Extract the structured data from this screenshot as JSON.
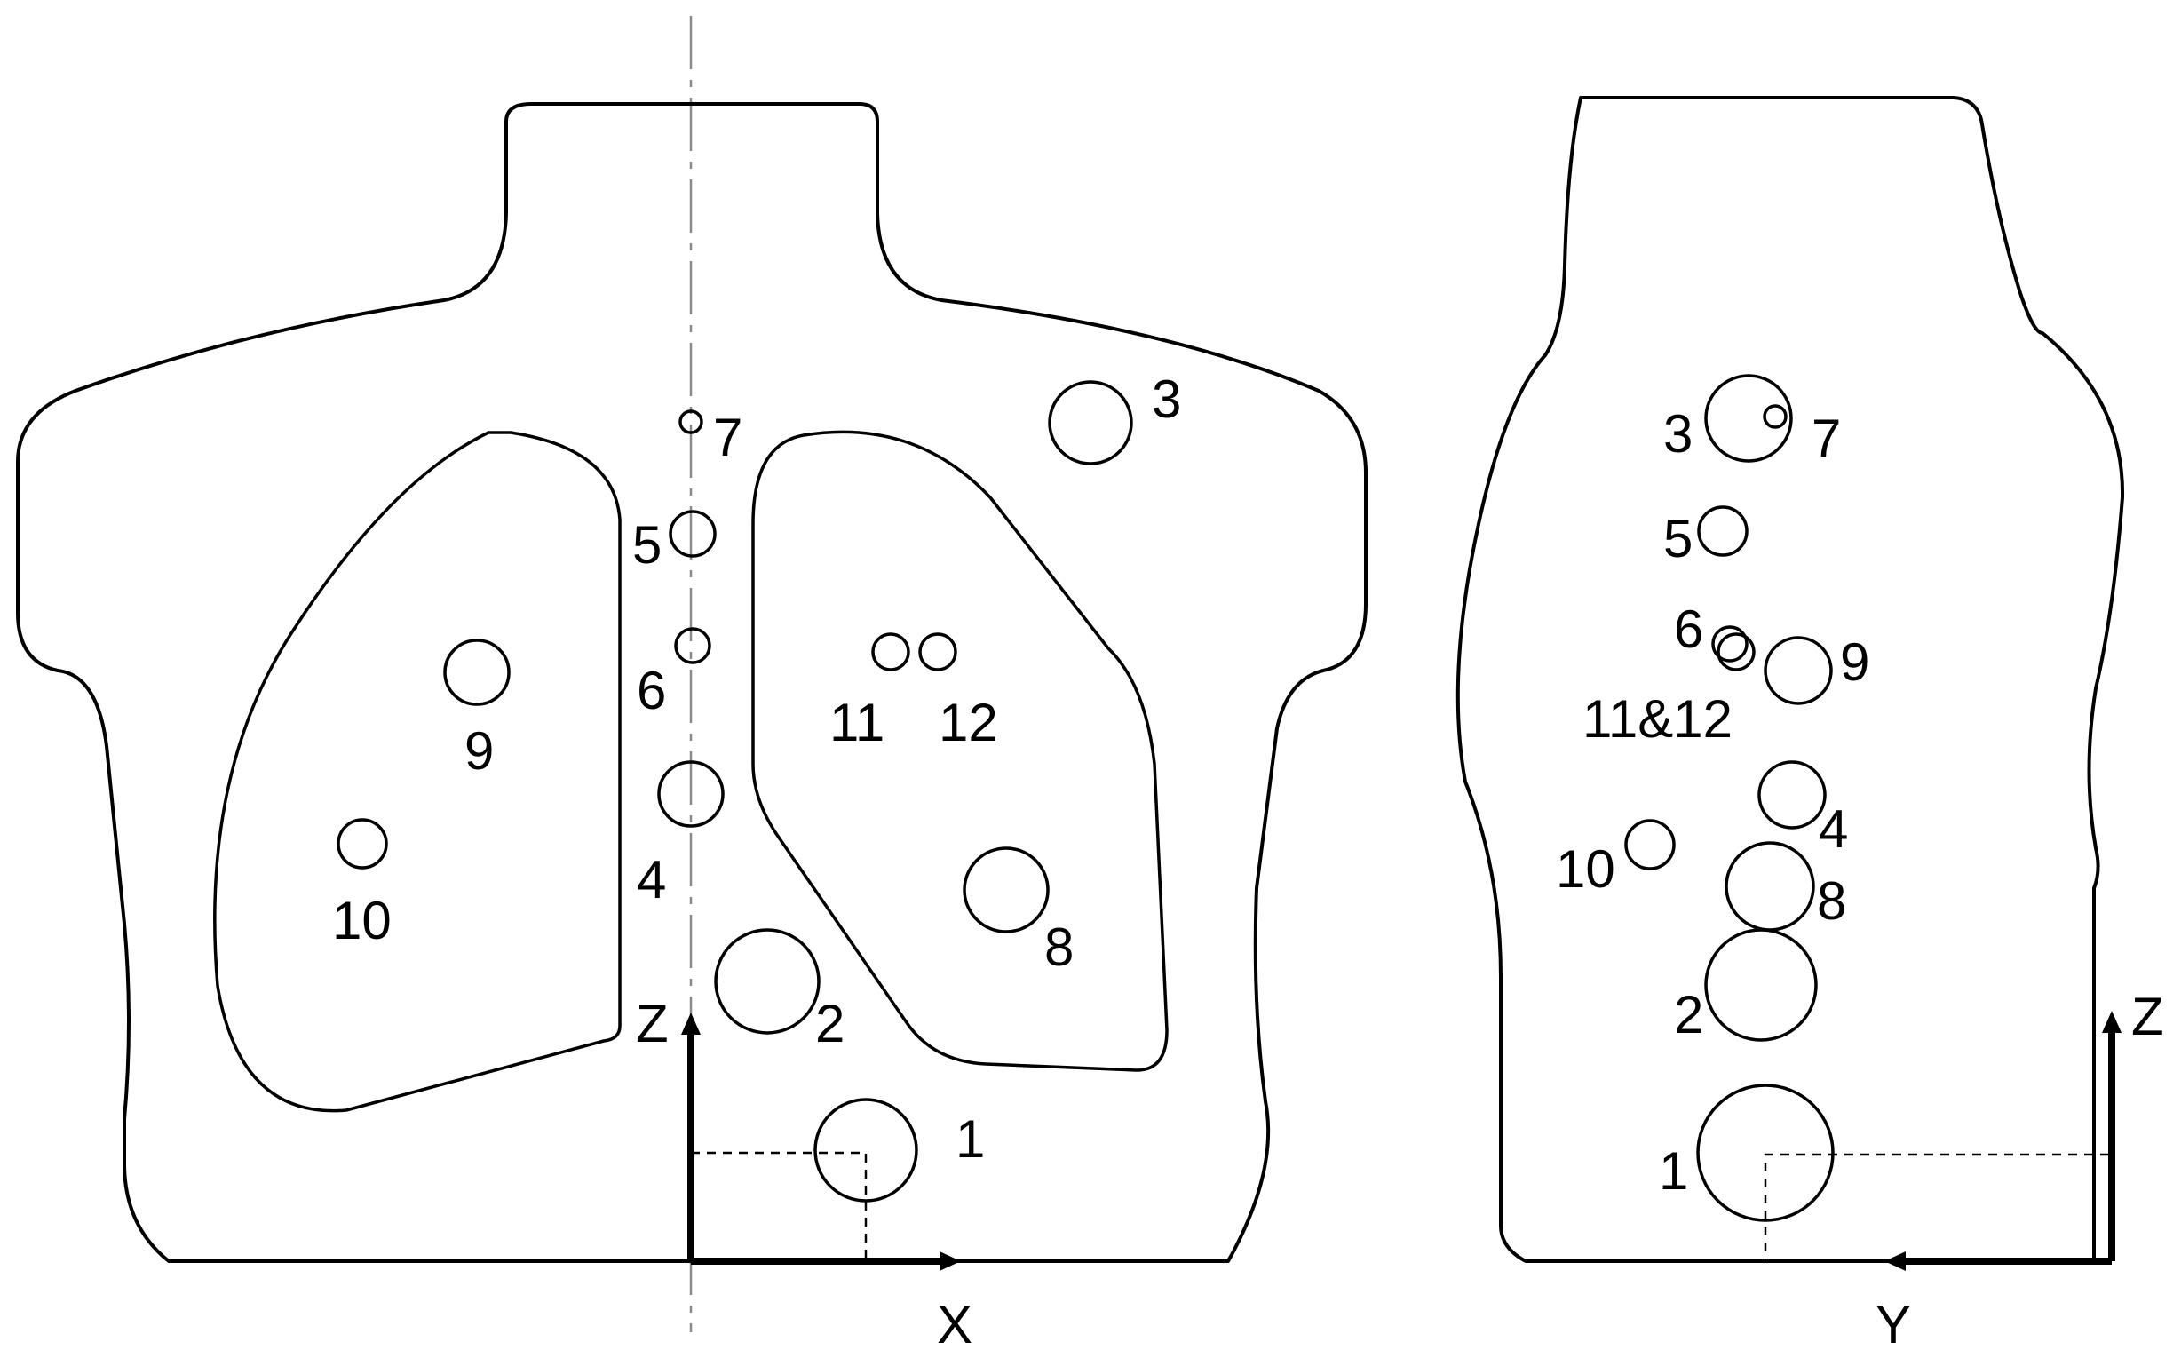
{
  "front_view": {
    "axes": {
      "horizontal": "X",
      "vertical": "Z"
    },
    "holes": [
      {
        "id": "1",
        "label": "1"
      },
      {
        "id": "2",
        "label": "2"
      },
      {
        "id": "3",
        "label": "3"
      },
      {
        "id": "4",
        "label": "4"
      },
      {
        "id": "5",
        "label": "5"
      },
      {
        "id": "6",
        "label": "6"
      },
      {
        "id": "7",
        "label": "7"
      },
      {
        "id": "8",
        "label": "8"
      },
      {
        "id": "9",
        "label": "9"
      },
      {
        "id": "10",
        "label": "10"
      },
      {
        "id": "11",
        "label": "11"
      },
      {
        "id": "12",
        "label": "12"
      }
    ]
  },
  "side_view": {
    "axes": {
      "horizontal": "Y",
      "vertical": "Z"
    },
    "holes": [
      {
        "id": "1",
        "label": "1"
      },
      {
        "id": "2",
        "label": "2"
      },
      {
        "id": "3",
        "label": "3"
      },
      {
        "id": "4",
        "label": "4"
      },
      {
        "id": "5",
        "label": "5"
      },
      {
        "id": "6",
        "label": "6"
      },
      {
        "id": "7",
        "label": "7"
      },
      {
        "id": "8",
        "label": "8"
      },
      {
        "id": "9",
        "label": "9"
      },
      {
        "id": "10",
        "label": "10"
      },
      {
        "id": "11-12",
        "label": "11&12"
      }
    ]
  }
}
